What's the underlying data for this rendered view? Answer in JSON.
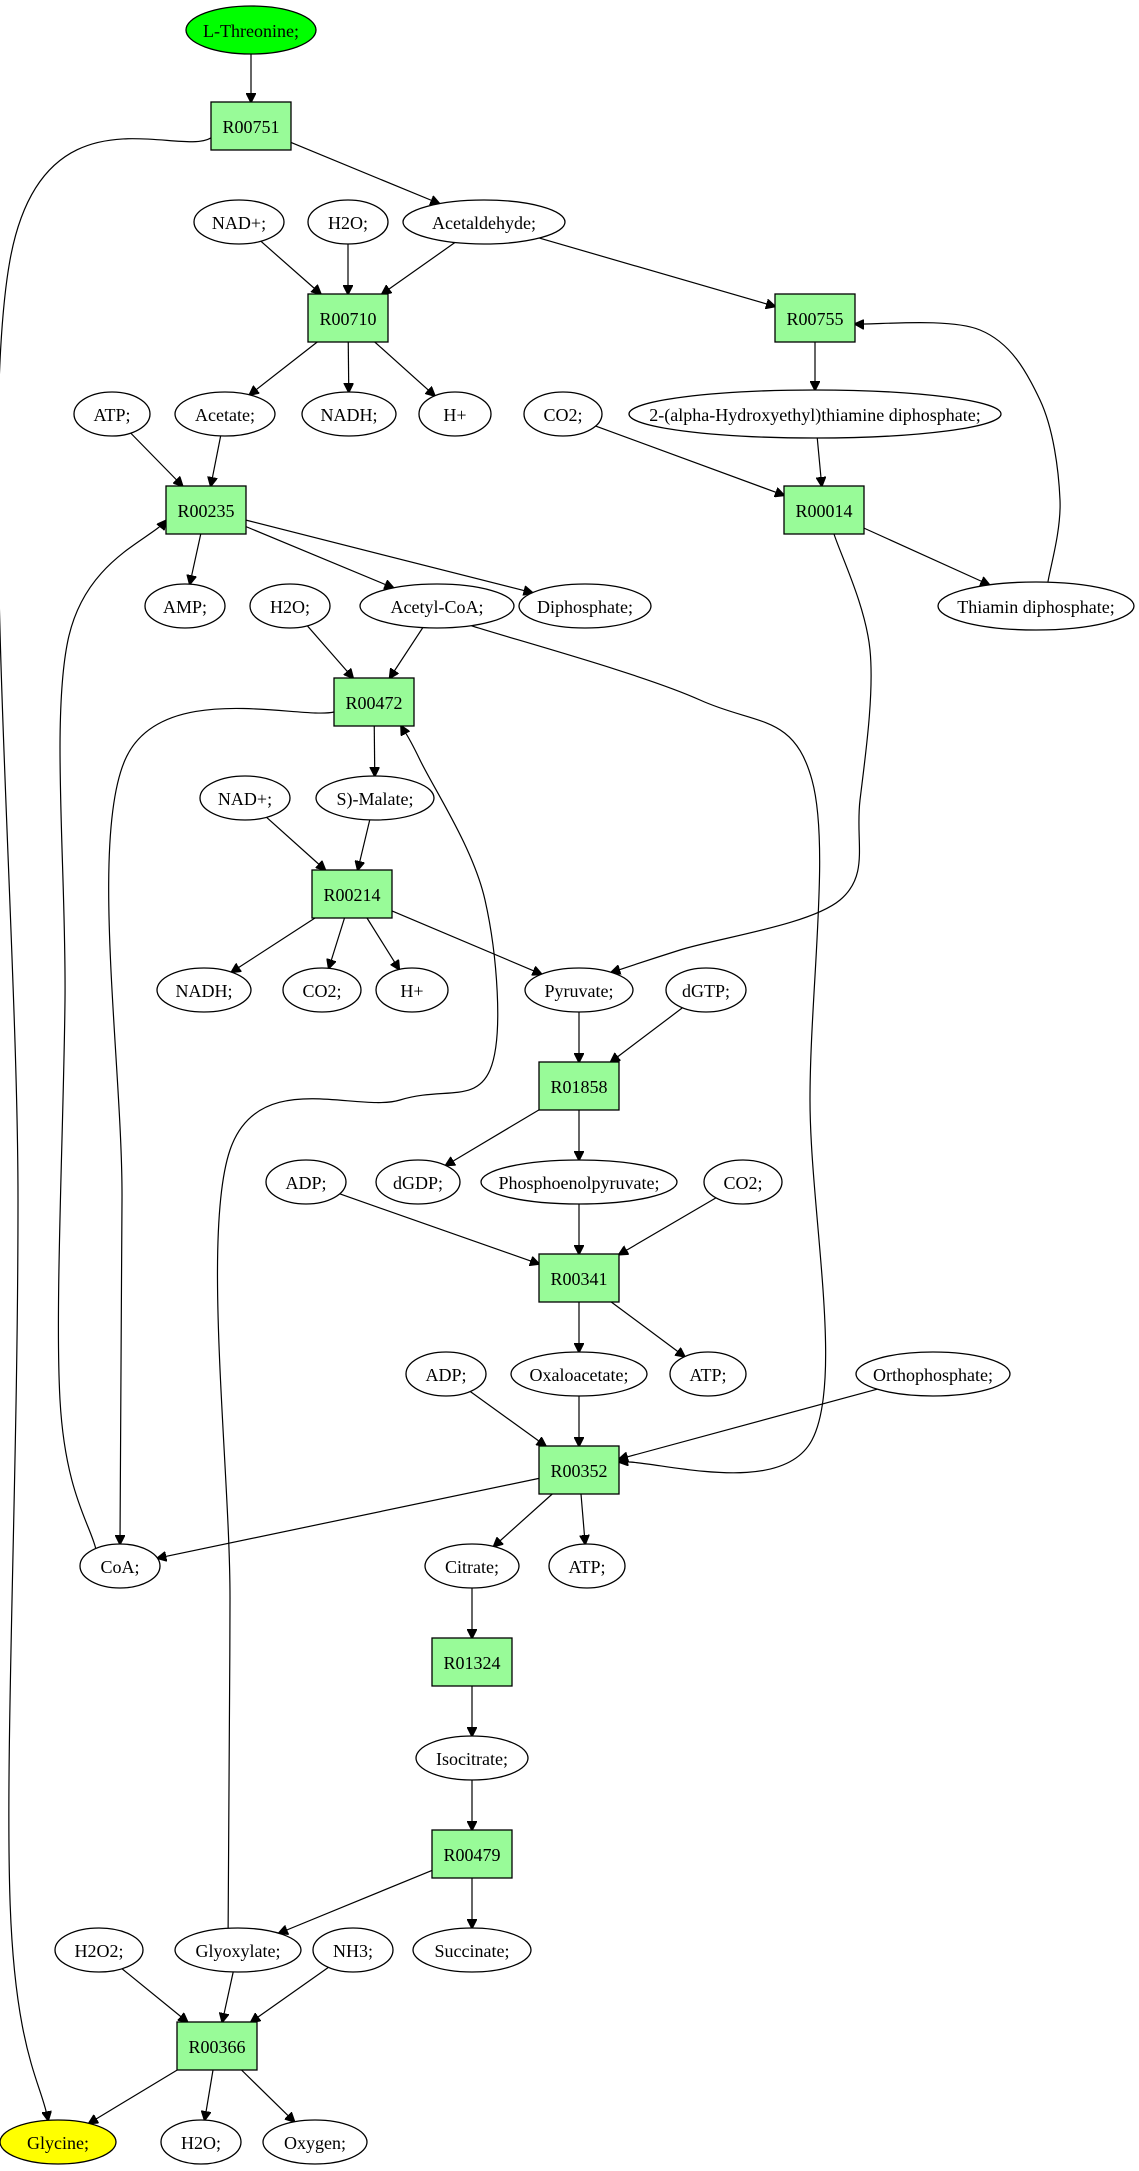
{
  "colors": {
    "reaction": "#98fb98",
    "compound": "#ffffff",
    "start": "#00ff00",
    "end": "#ffff00"
  },
  "nodes": [
    {
      "id": "l-threonine",
      "label": "L-Threonine;",
      "kind": "start"
    },
    {
      "id": "r00751",
      "label": "R00751",
      "kind": "reaction"
    },
    {
      "id": "nadp-1",
      "label": "NAD+;",
      "kind": "compound"
    },
    {
      "id": "h2o-1",
      "label": "H2O;",
      "kind": "compound"
    },
    {
      "id": "acetaldehyde",
      "label": "Acetaldehyde;",
      "kind": "compound"
    },
    {
      "id": "r00710",
      "label": "R00710",
      "kind": "reaction"
    },
    {
      "id": "r00755",
      "label": "R00755",
      "kind": "reaction"
    },
    {
      "id": "atp-1",
      "label": "ATP;",
      "kind": "compound"
    },
    {
      "id": "acetate",
      "label": "Acetate;",
      "kind": "compound"
    },
    {
      "id": "nadh-1",
      "label": "NADH;",
      "kind": "compound"
    },
    {
      "id": "hplus-1",
      "label": "H+",
      "kind": "compound"
    },
    {
      "id": "co2-1",
      "label": "CO2;",
      "kind": "compound"
    },
    {
      "id": "hydroxyethyl-tpp",
      "label": "2-(alpha-Hydroxyethyl)thiamine diphosphate;",
      "kind": "compound"
    },
    {
      "id": "r00235",
      "label": "R00235",
      "kind": "reaction"
    },
    {
      "id": "r00014",
      "label": "R00014",
      "kind": "reaction"
    },
    {
      "id": "amp",
      "label": "AMP;",
      "kind": "compound"
    },
    {
      "id": "h2o-2",
      "label": "H2O;",
      "kind": "compound"
    },
    {
      "id": "acetyl-coa",
      "label": "Acetyl-CoA;",
      "kind": "compound"
    },
    {
      "id": "diphosphate",
      "label": "Diphosphate;",
      "kind": "compound"
    },
    {
      "id": "thiamin-diphosphate",
      "label": "Thiamin diphosphate;",
      "kind": "compound"
    },
    {
      "id": "r00472",
      "label": "R00472",
      "kind": "reaction"
    },
    {
      "id": "nadp-2",
      "label": "NAD+;",
      "kind": "compound"
    },
    {
      "id": "s-malate",
      "label": "S)-Malate;",
      "kind": "compound"
    },
    {
      "id": "r00214",
      "label": "R00214",
      "kind": "reaction"
    },
    {
      "id": "nadh-2",
      "label": "NADH;",
      "kind": "compound"
    },
    {
      "id": "co2-2",
      "label": "CO2;",
      "kind": "compound"
    },
    {
      "id": "hplus-2",
      "label": "H+",
      "kind": "compound"
    },
    {
      "id": "pyruvate",
      "label": "Pyruvate;",
      "kind": "compound"
    },
    {
      "id": "dgtp",
      "label": "dGTP;",
      "kind": "compound"
    },
    {
      "id": "r01858",
      "label": "R01858",
      "kind": "reaction"
    },
    {
      "id": "adp-1",
      "label": "ADP;",
      "kind": "compound"
    },
    {
      "id": "dgdp",
      "label": "dGDP;",
      "kind": "compound"
    },
    {
      "id": "phosphoenolpyruvate",
      "label": "Phosphoenolpyruvate;",
      "kind": "compound"
    },
    {
      "id": "co2-3",
      "label": "CO2;",
      "kind": "compound"
    },
    {
      "id": "r00341",
      "label": "R00341",
      "kind": "reaction"
    },
    {
      "id": "adp-2",
      "label": "ADP;",
      "kind": "compound"
    },
    {
      "id": "oxaloacetate",
      "label": "Oxaloacetate;",
      "kind": "compound"
    },
    {
      "id": "atp-2",
      "label": "ATP;",
      "kind": "compound"
    },
    {
      "id": "orthophosphate",
      "label": "Orthophosphate;",
      "kind": "compound"
    },
    {
      "id": "r00352",
      "label": "R00352",
      "kind": "reaction"
    },
    {
      "id": "coa",
      "label": "CoA;",
      "kind": "compound"
    },
    {
      "id": "citrate",
      "label": "Citrate;",
      "kind": "compound"
    },
    {
      "id": "atp-3",
      "label": "ATP;",
      "kind": "compound"
    },
    {
      "id": "r01324",
      "label": "R01324",
      "kind": "reaction"
    },
    {
      "id": "isocitrate",
      "label": "Isocitrate;",
      "kind": "compound"
    },
    {
      "id": "r00479",
      "label": "R00479",
      "kind": "reaction"
    },
    {
      "id": "h2o2",
      "label": "H2O2;",
      "kind": "compound"
    },
    {
      "id": "glyoxylate",
      "label": "Glyoxylate;",
      "kind": "compound"
    },
    {
      "id": "nh3",
      "label": "NH3;",
      "kind": "compound"
    },
    {
      "id": "succinate",
      "label": "Succinate;",
      "kind": "compound"
    },
    {
      "id": "r00366",
      "label": "R00366",
      "kind": "reaction"
    },
    {
      "id": "glycine",
      "label": "Glycine;",
      "kind": "end"
    },
    {
      "id": "h2o-3",
      "label": "H2O;",
      "kind": "compound"
    },
    {
      "id": "oxygen",
      "label": "Oxygen;",
      "kind": "compound"
    }
  ],
  "edges": [
    {
      "from": "l-threonine",
      "to": "r00751"
    },
    {
      "from": "r00751",
      "to": "acetaldehyde"
    },
    {
      "from": "r00751",
      "to": "glycine"
    },
    {
      "from": "nadp-1",
      "to": "r00710"
    },
    {
      "from": "h2o-1",
      "to": "r00710"
    },
    {
      "from": "acetaldehyde",
      "to": "r00710"
    },
    {
      "from": "acetaldehyde",
      "to": "r00755"
    },
    {
      "from": "r00710",
      "to": "acetate"
    },
    {
      "from": "r00710",
      "to": "nadh-1"
    },
    {
      "from": "r00710",
      "to": "hplus-1"
    },
    {
      "from": "r00755",
      "to": "hydroxyethyl-tpp"
    },
    {
      "from": "atp-1",
      "to": "r00235"
    },
    {
      "from": "acetate",
      "to": "r00235"
    },
    {
      "from": "coa",
      "to": "r00235"
    },
    {
      "from": "co2-1",
      "to": "r00014"
    },
    {
      "from": "hydroxyethyl-tpp",
      "to": "r00014"
    },
    {
      "from": "r00235",
      "to": "amp"
    },
    {
      "from": "r00235",
      "to": "acetyl-coa"
    },
    {
      "from": "r00235",
      "to": "diphosphate"
    },
    {
      "from": "r00014",
      "to": "thiamin-diphosphate"
    },
    {
      "from": "r00014",
      "to": "pyruvate"
    },
    {
      "from": "thiamin-diphosphate",
      "to": "r00755"
    },
    {
      "from": "h2o-2",
      "to": "r00472"
    },
    {
      "from": "acetyl-coa",
      "to": "r00472"
    },
    {
      "from": "acetyl-coa",
      "to": "r00352"
    },
    {
      "from": "glyoxylate",
      "to": "r00472"
    },
    {
      "from": "r00472",
      "to": "s-malate"
    },
    {
      "from": "r00472",
      "to": "coa"
    },
    {
      "from": "nadp-2",
      "to": "r00214"
    },
    {
      "from": "s-malate",
      "to": "r00214"
    },
    {
      "from": "r00214",
      "to": "nadh-2"
    },
    {
      "from": "r00214",
      "to": "co2-2"
    },
    {
      "from": "r00214",
      "to": "hplus-2"
    },
    {
      "from": "r00214",
      "to": "pyruvate"
    },
    {
      "from": "pyruvate",
      "to": "r01858"
    },
    {
      "from": "dgtp",
      "to": "r01858"
    },
    {
      "from": "r01858",
      "to": "dgdp"
    },
    {
      "from": "r01858",
      "to": "phosphoenolpyruvate"
    },
    {
      "from": "adp-1",
      "to": "r00341"
    },
    {
      "from": "phosphoenolpyruvate",
      "to": "r00341"
    },
    {
      "from": "co2-3",
      "to": "r00341"
    },
    {
      "from": "r00341",
      "to": "oxaloacetate"
    },
    {
      "from": "r00341",
      "to": "atp-2"
    },
    {
      "from": "adp-2",
      "to": "r00352"
    },
    {
      "from": "oxaloacetate",
      "to": "r00352"
    },
    {
      "from": "orthophosphate",
      "to": "r00352"
    },
    {
      "from": "r00352",
      "to": "coa"
    },
    {
      "from": "r00352",
      "to": "citrate"
    },
    {
      "from": "r00352",
      "to": "atp-3"
    },
    {
      "from": "citrate",
      "to": "r01324"
    },
    {
      "from": "r01324",
      "to": "isocitrate"
    },
    {
      "from": "isocitrate",
      "to": "r00479"
    },
    {
      "from": "r00479",
      "to": "glyoxylate"
    },
    {
      "from": "r00479",
      "to": "succinate"
    },
    {
      "from": "h2o2",
      "to": "r00366"
    },
    {
      "from": "glyoxylate",
      "to": "r00366"
    },
    {
      "from": "nh3",
      "to": "r00366"
    },
    {
      "from": "r00366",
      "to": "glycine"
    },
    {
      "from": "r00366",
      "to": "h2o-3"
    },
    {
      "from": "r00366",
      "to": "oxygen"
    }
  ]
}
